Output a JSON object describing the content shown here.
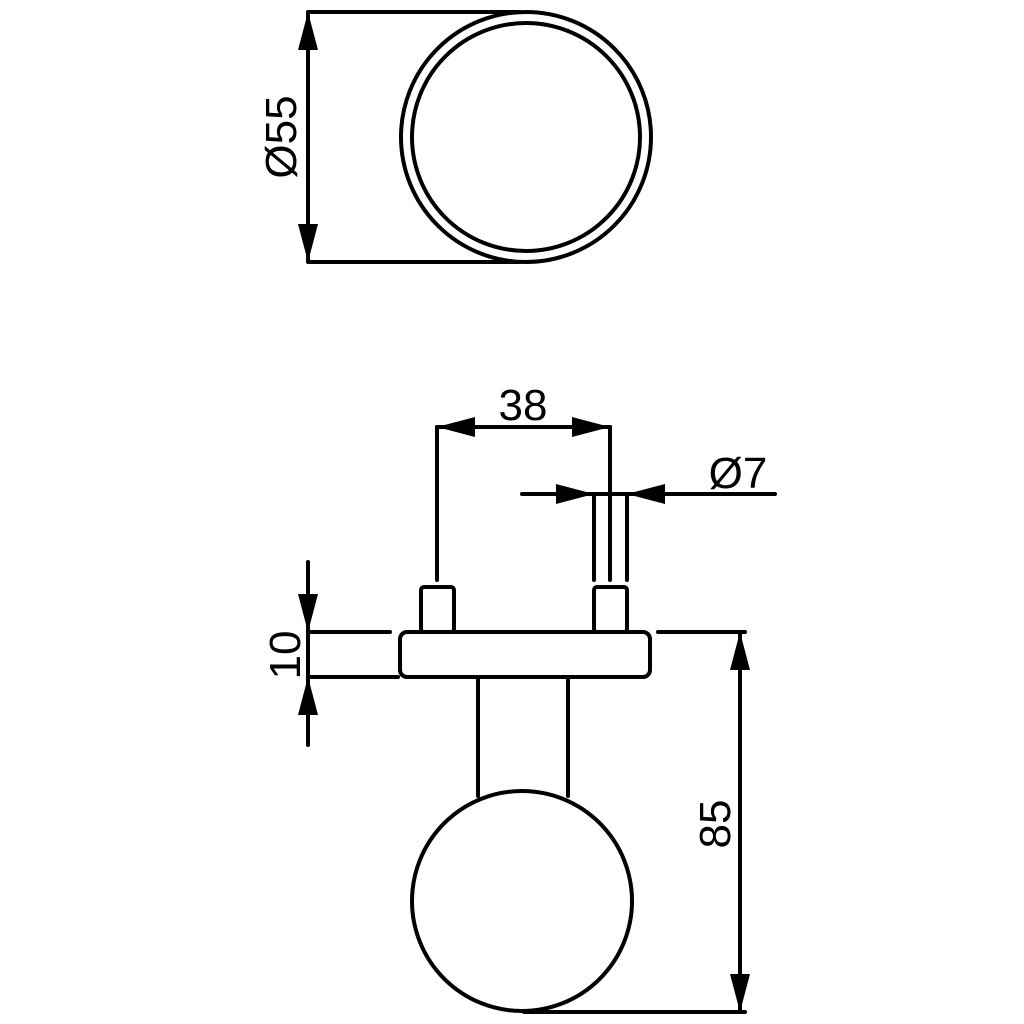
{
  "drawing": {
    "top_view": {
      "diameter_label": "Ø55"
    },
    "side_view": {
      "pin_spacing_label": "38",
      "pin_diameter_label": "Ø7",
      "plate_thickness_label": "10",
      "total_height_label": "85"
    }
  }
}
